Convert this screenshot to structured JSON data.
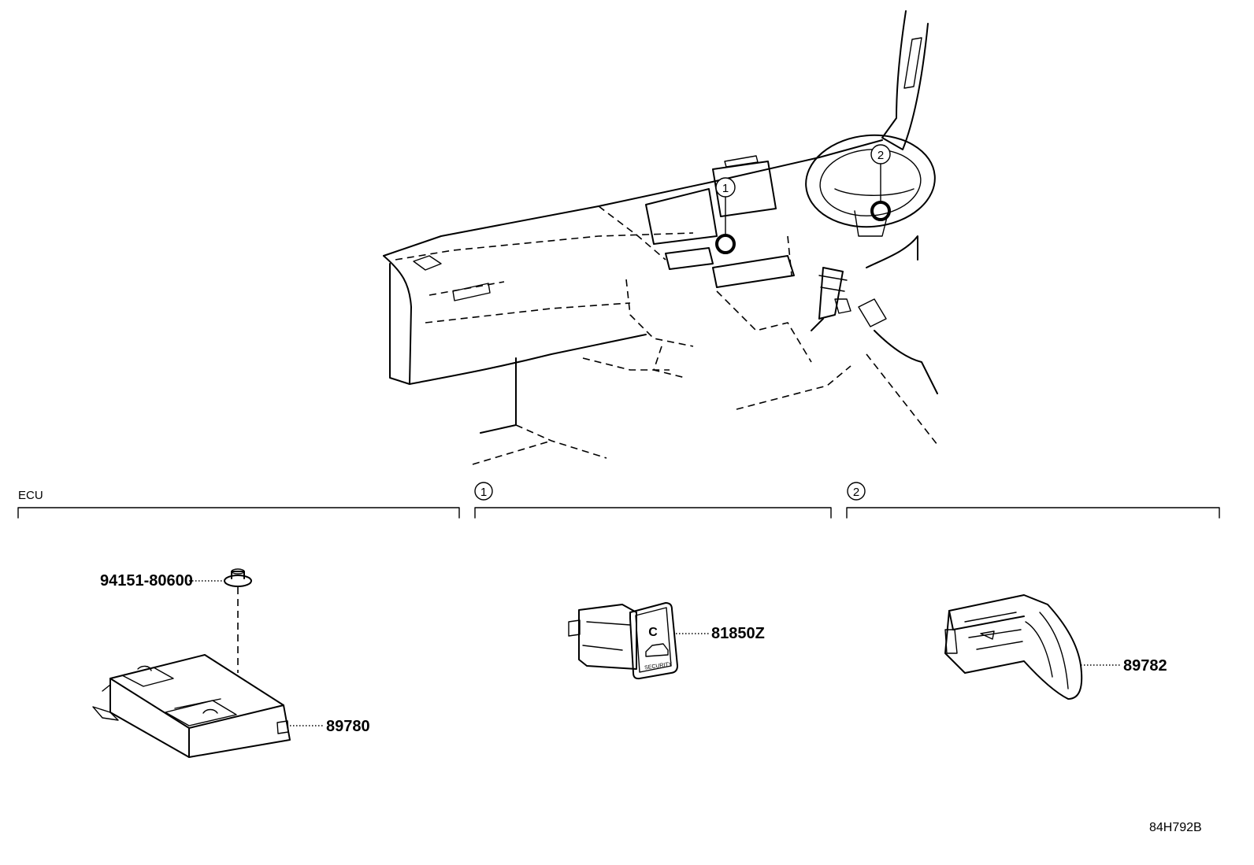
{
  "sections": [
    {
      "id": "ecu",
      "label": "ECU"
    },
    {
      "id": "one",
      "label": "1"
    },
    {
      "id": "two",
      "label": "2"
    }
  ],
  "callouts": {
    "one": "1",
    "two": "2"
  },
  "parts": {
    "bolt": "94151-80600",
    "ecu": "89780",
    "switch": "81850Z",
    "antenna": "89782"
  },
  "switch_face": {
    "letter": "C",
    "text": "SECURITY"
  },
  "reference_code": "84H792B"
}
